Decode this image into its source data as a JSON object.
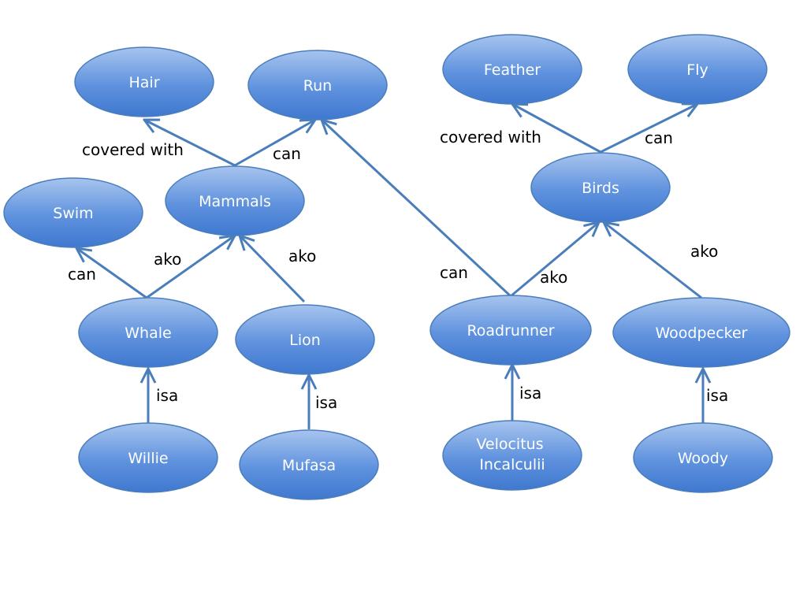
{
  "colors": {
    "node_top": "#a7c4ee",
    "node_bottom": "#3f78cf",
    "node_stroke": "#4a7ebb",
    "edge": "#4a7ebb",
    "edge_text": "#000000",
    "node_text": "#ffffff"
  },
  "nodes": {
    "hair": "Hair",
    "run": "Run",
    "feather": "Feather",
    "fly": "Fly",
    "swim": "Swim",
    "mammals": "Mammals",
    "birds": "Birds",
    "whale": "Whale",
    "lion": "Lion",
    "roadrunner": "Roadrunner",
    "woodpecker": "Woodpecker",
    "willie": "Willie",
    "mufasa": "Mufasa",
    "velocitus": [
      "Velocitus",
      "Incalculii"
    ],
    "woody": "Woody"
  },
  "edges": {
    "mammals_hair": "covered with",
    "mammals_run": "can",
    "whale_swim": "can",
    "whale_mammals": "ako",
    "lion_mammals": "ako",
    "roadrunner_run": "can",
    "roadrunner_birds": "ako",
    "woodpecker_birds": "ako",
    "birds_feather": "covered with",
    "birds_fly": "can",
    "willie_whale": "isa",
    "mufasa_lion": "isa",
    "velocitus_roadrunner": "isa",
    "woody_woodpecker": "isa"
  }
}
